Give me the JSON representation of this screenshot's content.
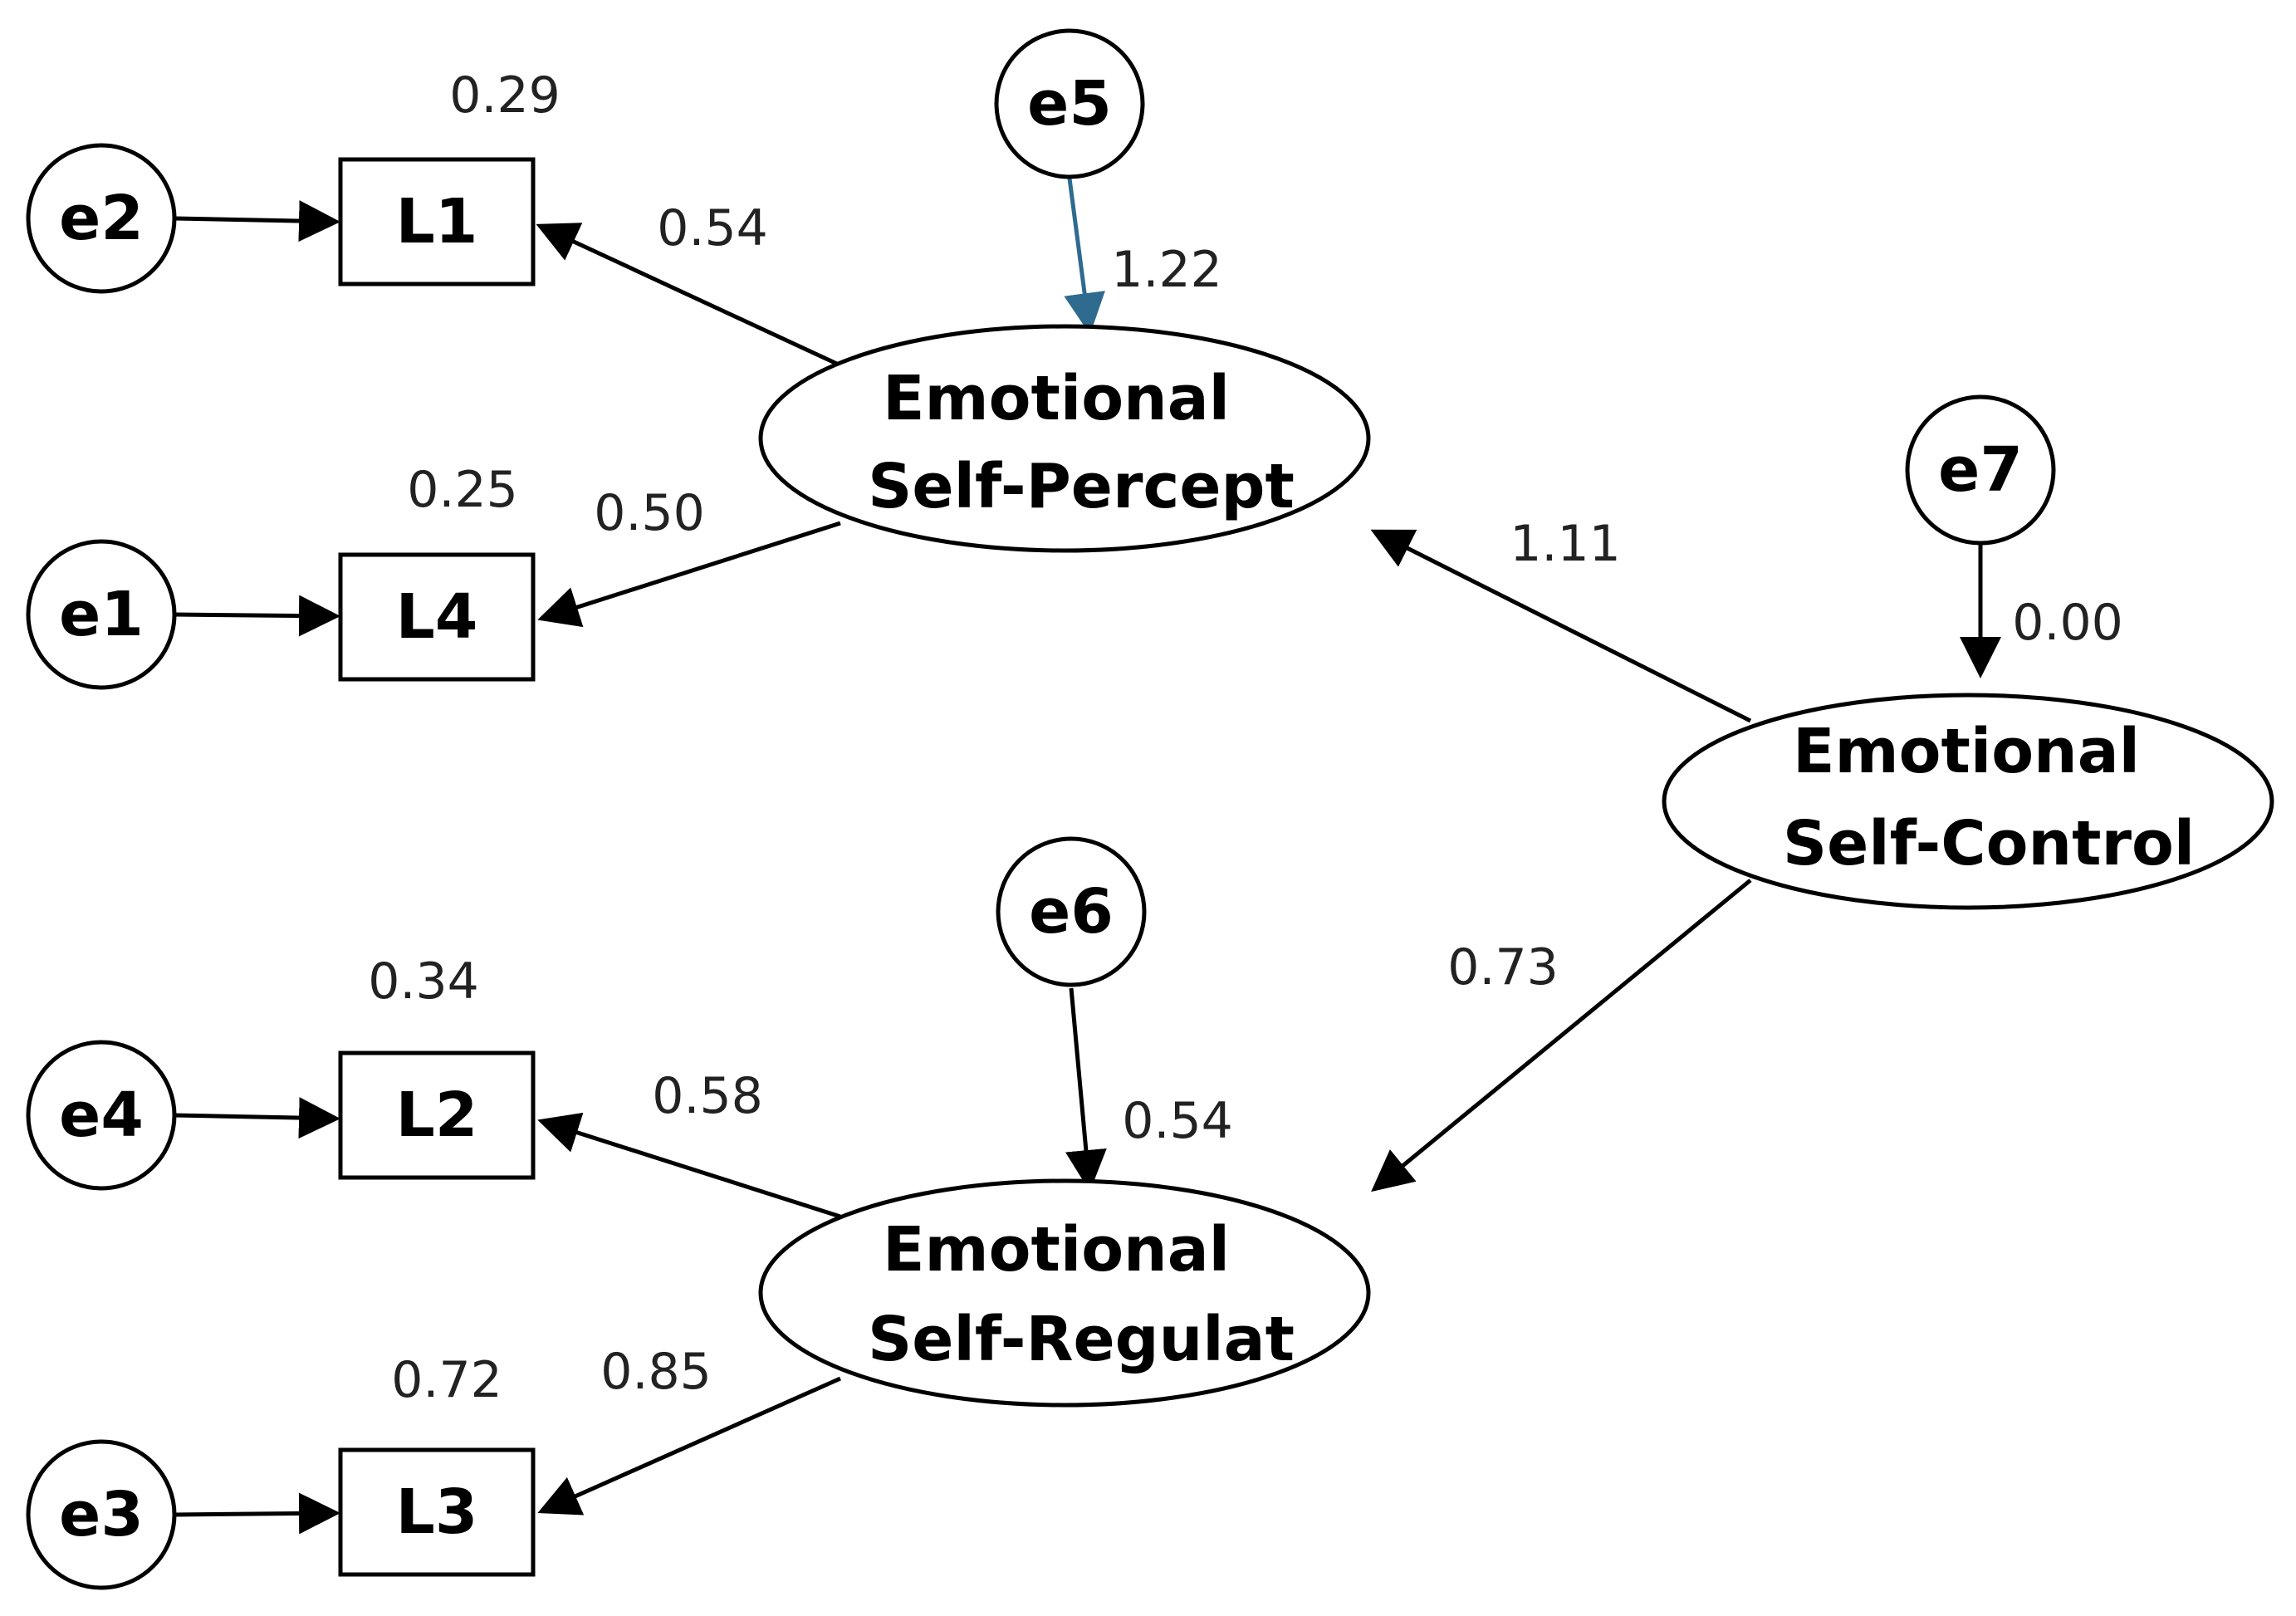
{
  "errors": {
    "e2": "e2",
    "e1": "e1",
    "e4": "e4",
    "e3": "e3",
    "e5": "e5",
    "e6": "e6",
    "e7": "e7"
  },
  "indicators": {
    "l1": "L1",
    "l4": "L4",
    "l2": "L2",
    "l3": "L3"
  },
  "latents": {
    "perception": {
      "line1": "Emotional",
      "line2": "Self-Percept"
    },
    "regulation": {
      "line1": "Emotional",
      "line2": "Self-Regulat"
    },
    "control": {
      "line1": "Emotional",
      "line2": "Self-Control"
    }
  },
  "coefficients": {
    "l1_r2": "0.29",
    "l4_r2": "0.25",
    "l2_r2": "0.34",
    "l3_r2": "0.72",
    "perception_to_l1": "0.54",
    "perception_to_l4": "0.50",
    "regulation_to_l2": "0.58",
    "regulation_to_l3": "0.85",
    "e5_to_perception": "1.22",
    "e6_to_regulation": "0.54",
    "e7_to_control": "0.00",
    "control_to_perception": "1.11",
    "control_to_regulation": "0.73"
  },
  "colors": {
    "stroke": "#000000",
    "highlight_path": "#2e6b8e"
  }
}
